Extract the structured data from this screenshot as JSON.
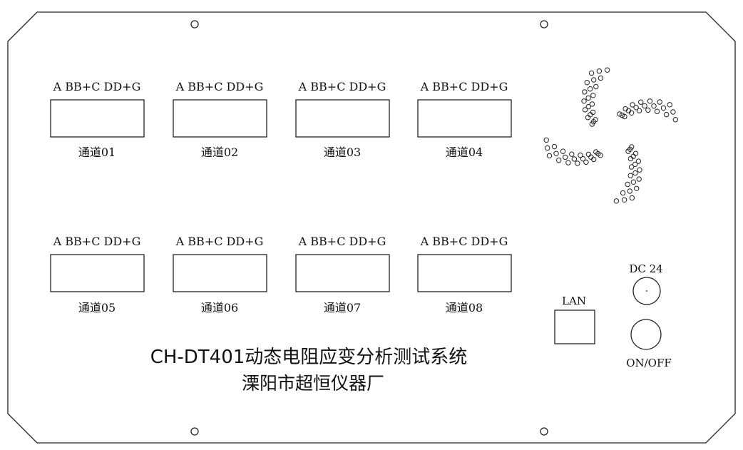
{
  "panel": {
    "title": "CH-DT401动态电阻应变分析测试系统",
    "manufacturer": "溧阳市超恒仪器厂"
  },
  "channels": [
    {
      "pins": "A BB+C DD+G",
      "label": "通道01"
    },
    {
      "pins": "A BB+C DD+G",
      "label": "通道02"
    },
    {
      "pins": "A BB+C DD+G",
      "label": "通道03"
    },
    {
      "pins": "A BB+C DD+G",
      "label": "通道04"
    },
    {
      "pins": "A BB+C DD+G",
      "label": "通道05"
    },
    {
      "pins": "A BB+C DD+G",
      "label": "通道06"
    },
    {
      "pins": "A BB+C DD+G",
      "label": "通道07"
    },
    {
      "pins": "A BB+C DD+G",
      "label": "通道08"
    }
  ],
  "lan": {
    "label": "LAN"
  },
  "power": {
    "dc_label": "DC 24",
    "switch_label": "ON/OFF"
  },
  "colors": {
    "stroke": "#222222",
    "background": "#ffffff"
  },
  "icons": [
    "mounting-hole-icon",
    "fan-vent-icon"
  ]
}
